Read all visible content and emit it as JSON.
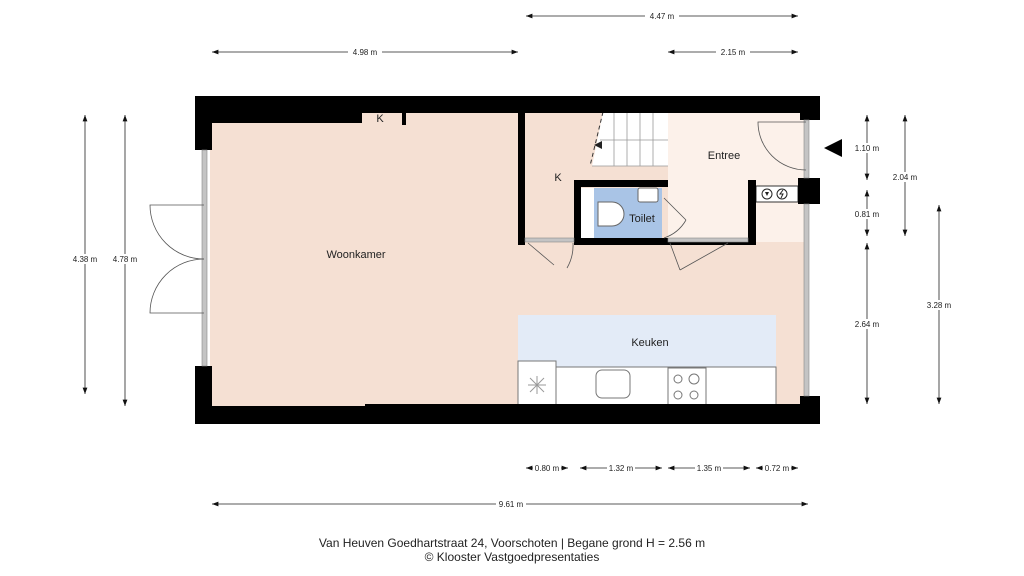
{
  "plan": {
    "colors": {
      "wall": "#000000",
      "floor": "#f5e0d3",
      "entree_floor": "#fcf1ea",
      "toilet": "#a9c4e6",
      "kitchen": "#e3ebf7",
      "window": "#b8b8b8"
    },
    "rooms": {
      "woonkamer": "Woonkamer",
      "entree": "Entree",
      "toilet": "Toilet",
      "keuken": "Keuken",
      "kast_1": "K",
      "kast_2": "K"
    },
    "dimensions": {
      "top_total": "4.47 m",
      "top_left": "4.98 m",
      "top_right": "2.15 m",
      "left_outer": "4.38 m",
      "left_inner": "4.78 m",
      "right_1": "1.10 m",
      "right_2": "0.81 m",
      "right_3": "2.64 m",
      "right_mid": "2.04 m",
      "right_far": "3.28 m",
      "bottom_1": "0.80 m",
      "bottom_2": "1.32 m",
      "bottom_3": "1.35 m",
      "bottom_4": "0.72 m",
      "bottom_total": "9.61 m"
    }
  },
  "caption": {
    "line1": "Van Heuven Goedhartstraat 24, Voorschoten | Begane grond H = 2.56 m",
    "line2": "© Klooster Vastgoedpresentaties"
  }
}
